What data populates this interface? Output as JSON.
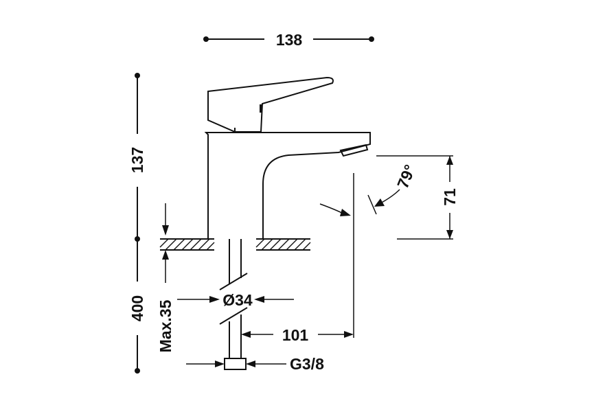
{
  "dimensions": {
    "width_top": "138",
    "height_left": "137",
    "pipe_length": "400",
    "max_thickness": "Max.35",
    "hole_diameter": "Ø34",
    "reach": "101",
    "connection": "G3/8",
    "spout_height": "71",
    "swivel_angle": "79°"
  },
  "colors": {
    "ink": "#111111",
    "background": "#ffffff"
  }
}
